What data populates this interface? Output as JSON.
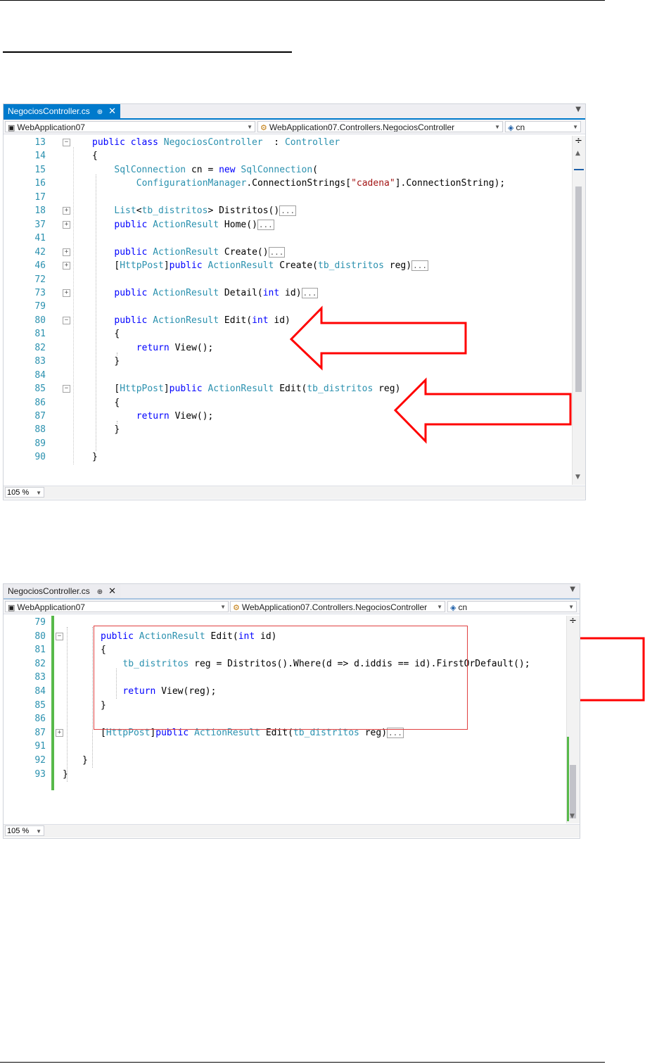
{
  "editor1": {
    "tab": {
      "label": "NegociosController.cs",
      "pin": "⊕",
      "close": "✕"
    },
    "project_dropdown": "WebApplication07",
    "class_dropdown": "WebApplication07.Controllers.NegociosController",
    "member_dropdown": "cn",
    "zoom": "105 %",
    "lines": [
      {
        "n": "13",
        "segs": [
          [
            "kw",
            "public class "
          ],
          [
            "ty",
            "NegociosController"
          ],
          [
            "",
            "  : "
          ],
          [
            "ty",
            "Controller"
          ]
        ]
      },
      {
        "n": "14",
        "segs": [
          [
            "",
            "{"
          ]
        ]
      },
      {
        "n": "15",
        "segs": [
          [
            "ty",
            "SqlConnection"
          ],
          [
            "",
            " cn = "
          ],
          [
            "kw",
            "new "
          ],
          [
            "ty",
            "SqlConnection"
          ],
          [
            "",
            "("
          ]
        ]
      },
      {
        "n": "16",
        "segs": [
          [
            "ty",
            "ConfigurationManager"
          ],
          [
            "",
            ".ConnectionStrings["
          ],
          [
            "str",
            "\"cadena\""
          ],
          [
            "",
            "].ConnectionString);"
          ]
        ]
      },
      {
        "n": "17",
        "segs": []
      },
      {
        "n": "18",
        "segs": [
          [
            "ty",
            "List"
          ],
          [
            "",
            "<"
          ],
          [
            "ty",
            "tb_distritos"
          ],
          [
            "",
            "> Distritos()"
          ],
          [
            "coll",
            "..."
          ]
        ]
      },
      {
        "n": "37",
        "segs": [
          [
            "kw",
            "public "
          ],
          [
            "ty",
            "ActionResult"
          ],
          [
            "",
            " Home()"
          ],
          [
            "coll",
            "..."
          ]
        ]
      },
      {
        "n": "41",
        "segs": []
      },
      {
        "n": "42",
        "segs": [
          [
            "kw",
            "public "
          ],
          [
            "ty",
            "ActionResult"
          ],
          [
            "",
            " Create()"
          ],
          [
            "coll",
            "..."
          ]
        ]
      },
      {
        "n": "46",
        "segs": [
          [
            "",
            "["
          ],
          [
            "ty",
            "HttpPost"
          ],
          [
            "",
            "]"
          ],
          [
            "kw",
            "public "
          ],
          [
            "ty",
            "ActionResult"
          ],
          [
            "",
            " Create("
          ],
          [
            "ty",
            "tb_distritos"
          ],
          [
            "",
            " reg)"
          ],
          [
            "coll",
            "..."
          ]
        ]
      },
      {
        "n": "72",
        "segs": []
      },
      {
        "n": "73",
        "segs": [
          [
            "kw",
            "public "
          ],
          [
            "ty",
            "ActionResult"
          ],
          [
            "",
            " Detail("
          ],
          [
            "kw",
            "int"
          ],
          [
            "",
            " id)"
          ],
          [
            "coll",
            "..."
          ]
        ]
      },
      {
        "n": "79",
        "segs": []
      },
      {
        "n": "80",
        "segs": [
          [
            "kw",
            "public "
          ],
          [
            "ty",
            "ActionResult"
          ],
          [
            "",
            " Edit("
          ],
          [
            "kw",
            "int"
          ],
          [
            "",
            " id)"
          ]
        ]
      },
      {
        "n": "81",
        "segs": [
          [
            "",
            "{"
          ]
        ]
      },
      {
        "n": "82",
        "segs": [
          [
            "kw",
            "return "
          ],
          [
            "",
            "View();"
          ]
        ]
      },
      {
        "n": "83",
        "segs": [
          [
            "",
            "}"
          ]
        ]
      },
      {
        "n": "84",
        "segs": []
      },
      {
        "n": "85",
        "segs": [
          [
            "",
            "["
          ],
          [
            "ty",
            "HttpPost"
          ],
          [
            "",
            "]"
          ],
          [
            "kw",
            "public "
          ],
          [
            "ty",
            "ActionResult"
          ],
          [
            "",
            " Edit("
          ],
          [
            "ty",
            "tb_distritos"
          ],
          [
            "",
            " reg)"
          ]
        ]
      },
      {
        "n": "86",
        "segs": [
          [
            "",
            "{"
          ]
        ]
      },
      {
        "n": "87",
        "segs": [
          [
            "kw",
            "return "
          ],
          [
            "",
            "View();"
          ]
        ]
      },
      {
        "n": "88",
        "segs": [
          [
            "",
            "}"
          ]
        ]
      },
      {
        "n": "89",
        "segs": []
      },
      {
        "n": "90",
        "segs": [
          [
            "",
            "}"
          ]
        ]
      }
    ]
  },
  "editor2": {
    "tab": {
      "label": "NegociosController.cs",
      "pin": "⊕",
      "close": "✕"
    },
    "project_dropdown": "WebApplication07",
    "class_dropdown": "WebApplication07.Controllers.NegociosController",
    "member_dropdown": "cn",
    "zoom": "105 %",
    "lines": [
      {
        "n": "79",
        "segs": []
      },
      {
        "n": "80",
        "segs": [
          [
            "kw",
            "public "
          ],
          [
            "ty",
            "ActionResult"
          ],
          [
            "",
            " Edit("
          ],
          [
            "kw",
            "int"
          ],
          [
            "",
            " id)"
          ]
        ]
      },
      {
        "n": "81",
        "segs": [
          [
            "",
            "{"
          ]
        ]
      },
      {
        "n": "82",
        "segs": [
          [
            "ty",
            "tb_distritos"
          ],
          [
            "",
            " reg = Distritos().Where(d => d.iddis == id).FirstOrDefault();"
          ]
        ]
      },
      {
        "n": "83",
        "segs": []
      },
      {
        "n": "84",
        "segs": [
          [
            "kw",
            "return "
          ],
          [
            "",
            "View(reg);"
          ]
        ]
      },
      {
        "n": "85",
        "segs": [
          [
            "",
            "}"
          ]
        ]
      },
      {
        "n": "86",
        "segs": []
      },
      {
        "n": "87",
        "segs": [
          [
            "",
            "["
          ],
          [
            "ty",
            "HttpPost"
          ],
          [
            "",
            "]"
          ],
          [
            "kw",
            "public "
          ],
          [
            "ty",
            "ActionResult"
          ],
          [
            "",
            " Edit("
          ],
          [
            "ty",
            "tb_distritos"
          ],
          [
            "",
            " reg)"
          ],
          [
            "coll",
            "..."
          ]
        ]
      },
      {
        "n": "91",
        "segs": []
      },
      {
        "n": "92",
        "segs": [
          [
            "",
            "}"
          ]
        ]
      },
      {
        "n": "93",
        "segs": [
          [
            "",
            "}"
          ]
        ]
      }
    ]
  },
  "colors": {
    "accent": "#007acc",
    "arrow": "#ff0000",
    "keyword": "#0000ff",
    "type": "#2b91af",
    "string": "#a31515",
    "change_bar": "#57b94a"
  },
  "icons": {
    "project": "project-icon",
    "class": "class-icon",
    "member": "field-icon"
  }
}
